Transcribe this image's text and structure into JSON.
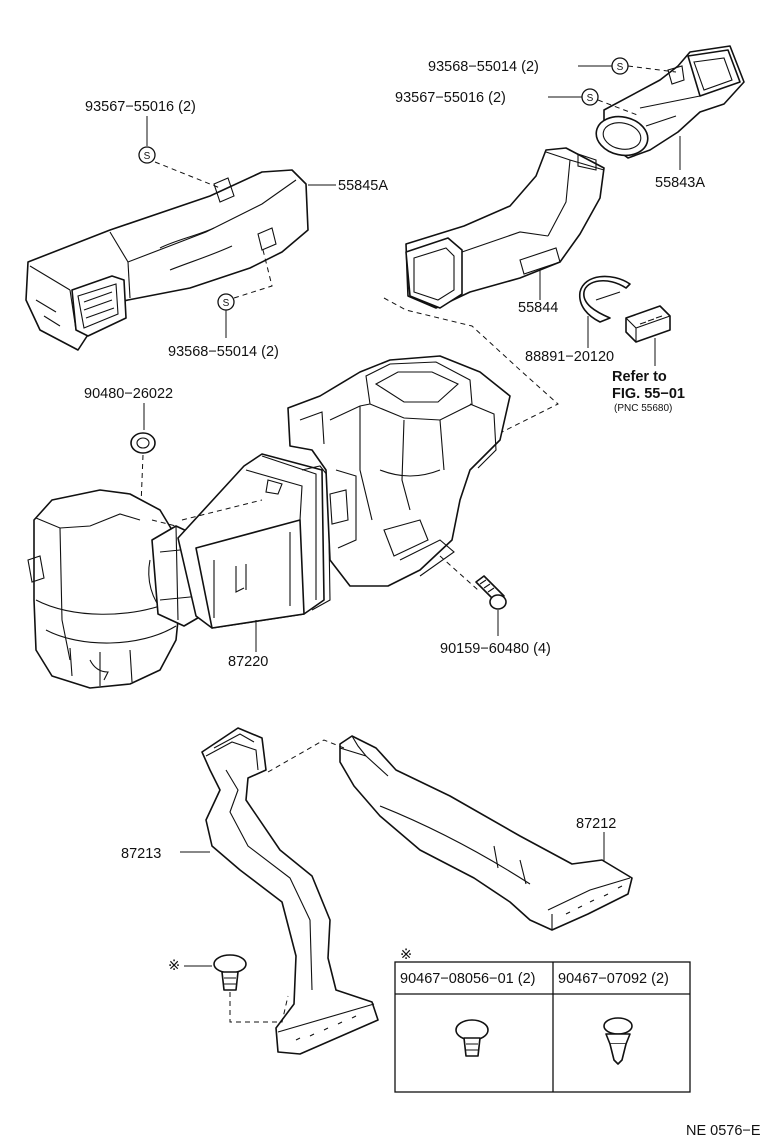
{
  "labels": {
    "p93567_55016_left": "93567−55016 (2)",
    "p55845A": "55845A",
    "p93568_55014_left": "93568−55014 (2)",
    "p93568_55014_right": "93568−55014 (2)",
    "p93567_55016_right": "93567−55016 (2)",
    "p55843A": "55843A",
    "p55844": "55844",
    "p88891_20120": "88891−20120",
    "refer_to": "Refer to",
    "fig_ref": "FIG. 55−01",
    "pnc_ref": "(PNC 55680)",
    "p90480_26022": "90480−26022",
    "p87220": "87220",
    "p90159_60480": "90159−60480 (4)",
    "p87212": "87212",
    "p87213": "87213",
    "marker": "※",
    "catalog_id": "NE 0576−E"
  },
  "symbols": {
    "s_circle": "S"
  },
  "table": {
    "marker": "※",
    "headers": [
      "90467−08056−01 (2)",
      "90467−07092 (2)"
    ]
  }
}
